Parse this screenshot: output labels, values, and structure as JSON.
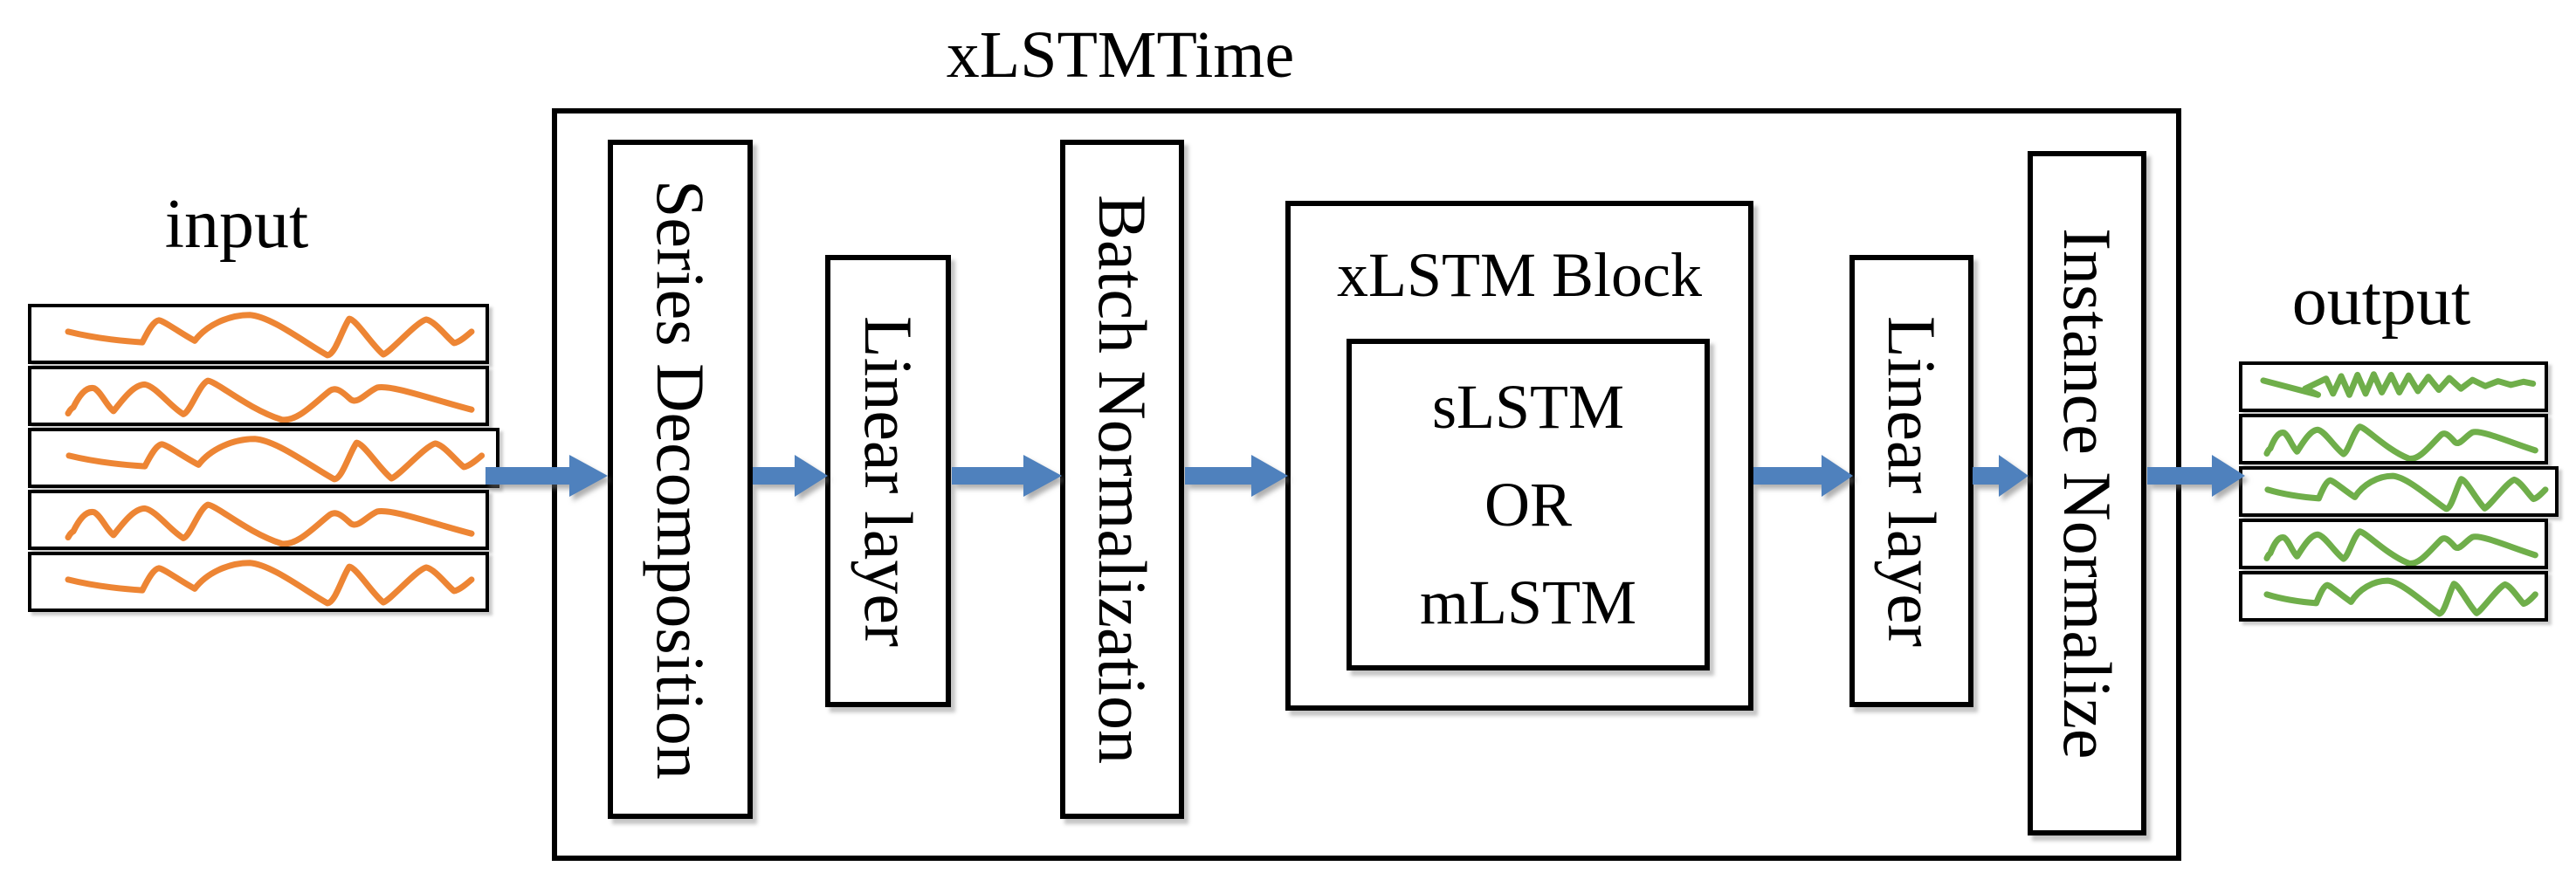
{
  "diagram": {
    "title": "xLSTMTime",
    "input": {
      "label": "input",
      "rows": [
        {
          "wave": "smooth-wave-a",
          "wide": false
        },
        {
          "wave": "smooth-wave-b",
          "wide": false
        },
        {
          "wave": "smooth-wave-a",
          "wide": true
        },
        {
          "wave": "smooth-wave-b",
          "wide": false
        },
        {
          "wave": "smooth-wave-a",
          "wide": false
        }
      ]
    },
    "output": {
      "label": "output",
      "rows": [
        {
          "wave": "zigzag-wave",
          "wide": false
        },
        {
          "wave": "smooth-wave-b",
          "wide": false
        },
        {
          "wave": "smooth-wave-a",
          "wide": true
        },
        {
          "wave": "smooth-wave-b",
          "wide": false
        },
        {
          "wave": "smooth-wave-a",
          "wide": false
        }
      ]
    },
    "pipeline": {
      "series_decomposition_label": "Series Decomposition",
      "linear_layer_1_label": "Linear layer",
      "batch_normalization_label": "Batch Normalization",
      "xlstm_block": {
        "title": "xLSTM Block",
        "options": [
          "sLSTM",
          "OR",
          "mLSTM"
        ]
      },
      "linear_layer_2_label": "Linear layer",
      "instance_normalize_label": "Instance Normalize"
    },
    "arrows": [
      {
        "from": "input",
        "to": "series-decomposition"
      },
      {
        "from": "series-decomposition",
        "to": "linear-layer-1"
      },
      {
        "from": "linear-layer-1",
        "to": "batch-normalization"
      },
      {
        "from": "batch-normalization",
        "to": "xlstm-block"
      },
      {
        "from": "xlstm-block",
        "to": "linear-layer-2"
      },
      {
        "from": "linear-layer-2",
        "to": "instance-normalize"
      },
      {
        "from": "instance-normalize",
        "to": "output"
      }
    ],
    "colors": {
      "arrow": "#4F81BD",
      "input_wave": "#ED8534",
      "output_wave": "#6FAE4A",
      "box_border": "#000000",
      "text": "#000000",
      "background": "#FFFFFF"
    }
  }
}
